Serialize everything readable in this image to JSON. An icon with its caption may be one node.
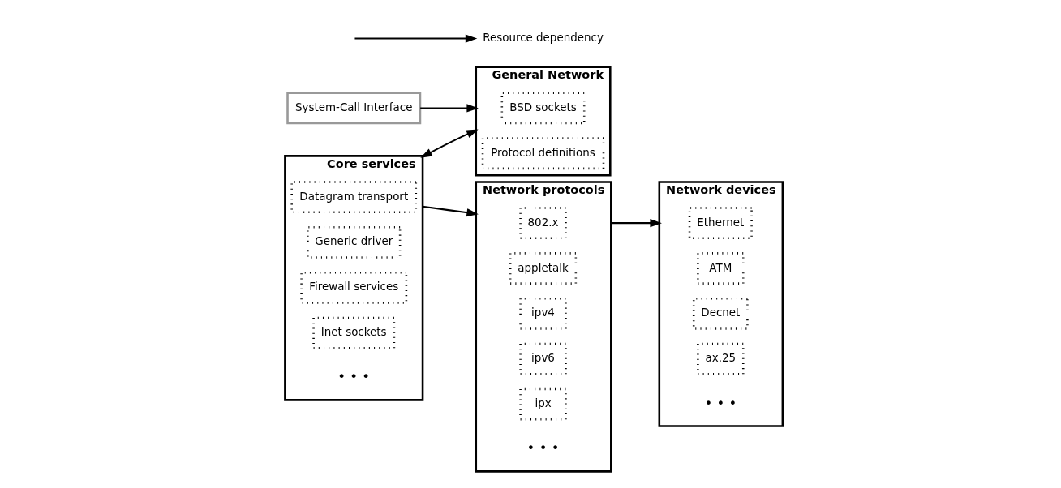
{
  "diagram": {
    "nodes": [
      {
        "text": [
          "System-Call Interface"
        ]
      },
      {
        "text": [
          "General Network"
        ]
      },
      {
        "text": [
          "BSD sockets"
        ],
        "in": 1
      },
      {
        "text": [
          "Protocol definitions"
        ],
        "in": 1
      },
      {
        "text": [
          "Core services"
        ]
      },
      {
        "text": [
          "Datagram transport"
        ],
        "in": 4
      },
      {
        "text": [
          "Generic driver"
        ],
        "in": 4
      },
      {
        "text": [
          "Firewall services"
        ],
        "in": 4
      },
      {
        "text": [
          "Inet sockets"
        ],
        "in": 4
      },
      {
        "text": [
          "Network protocols"
        ]
      },
      {
        "text": [
          "802.x"
        ],
        "in": 9
      },
      {
        "text": [
          "appletalk"
        ],
        "in": 9
      },
      {
        "text": [
          "ipv4"
        ],
        "in": 9
      },
      {
        "text": [
          "ipv6"
        ],
        "in": 9
      },
      {
        "text": [
          "ipx"
        ],
        "in": 9
      },
      {
        "text": [
          "Network devices"
        ]
      },
      {
        "text": [
          "Ethernet"
        ],
        "in": 15
      },
      {
        "text": [
          "ATM"
        ],
        "in": 15
      },
      {
        "text": [
          "Decnet"
        ],
        "in": 15
      },
      {
        "text": [
          "ax.25"
        ],
        "in": 15
      }
    ],
    "edges": [
      {
        "from": 0,
        "to": 1,
        "arrow": "to"
      },
      {
        "from": 4,
        "to": 1,
        "arrow": "both"
      },
      {
        "from": 4,
        "to": 9,
        "arrow": "to"
      },
      {
        "from": 9,
        "to": 15,
        "arrow": "to"
      }
    ],
    "labels": [
      "• • •",
      "• • •",
      "• • •"
    ],
    "legend": [
      {
        "text": "Resource dependency"
      }
    ]
  }
}
